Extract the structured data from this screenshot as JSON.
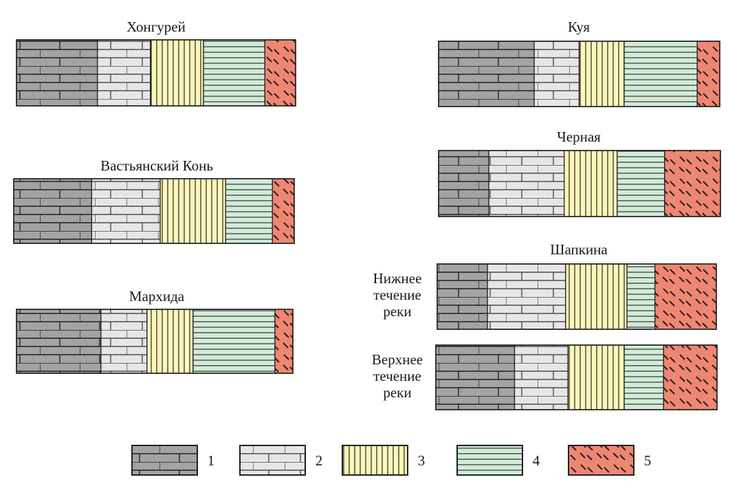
{
  "chart_data": {
    "type": "bar",
    "stacked": true,
    "orientation": "horizontal",
    "title": "",
    "legend": {
      "placement": "bottom",
      "items": [
        {
          "key": "1",
          "label": "1",
          "pattern": "brick",
          "color": "#a3a3a5"
        },
        {
          "key": "2",
          "label": "2",
          "pattern": "brick",
          "color": "#e6e6e7"
        },
        {
          "key": "3",
          "label": "3",
          "pattern": "vertical-lines",
          "color": "#fbf6b9"
        },
        {
          "key": "4",
          "label": "4",
          "pattern": "horizontal-lines",
          "color": "#d2ebd9"
        },
        {
          "key": "5",
          "label": "5",
          "pattern": "dashes",
          "color": "#ef8672"
        }
      ]
    },
    "series": [
      "1",
      "2",
      "3",
      "4",
      "5"
    ],
    "bars": [
      {
        "title": "Хонгурей",
        "values": [
          29,
          19,
          19,
          22,
          11
        ]
      },
      {
        "title": "Вастьянский Конь",
        "values": [
          25,
          22,
          21,
          15,
          7
        ]
      },
      {
        "title": "Мархида",
        "values": [
          33,
          18,
          18,
          32,
          7
        ]
      },
      {
        "title": "Куя",
        "values": [
          34,
          16,
          16,
          26,
          8
        ]
      },
      {
        "title": "Черная",
        "values": [
          18,
          27,
          19,
          17,
          20
        ]
      },
      {
        "group": "Шапкина",
        "title": "Нижнее течение реки",
        "values": [
          18,
          28,
          22,
          10,
          22
        ]
      },
      {
        "title": "Верхнее течение реки",
        "values": [
          28,
          19,
          20,
          14,
          19
        ]
      }
    ]
  }
}
